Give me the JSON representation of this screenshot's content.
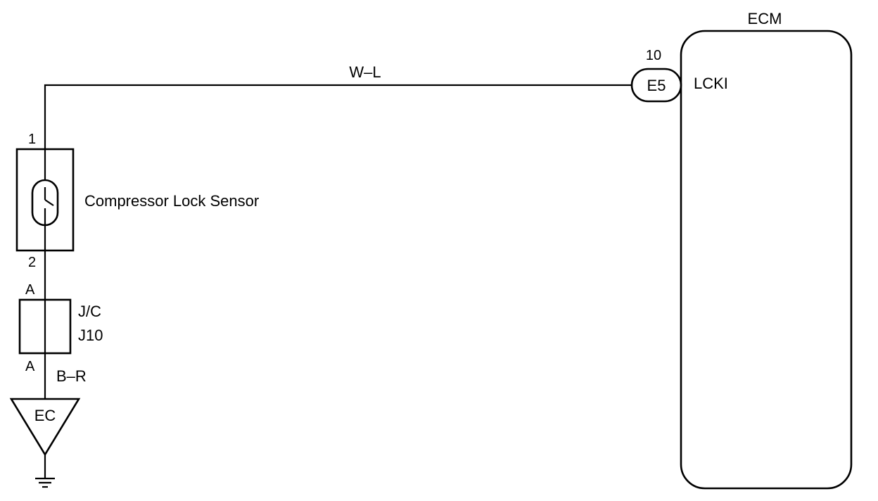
{
  "ecm": {
    "title": "ECM",
    "pin_number": "10",
    "connector": "E5",
    "terminal": "LCKI"
  },
  "wire_top": {
    "color_code": "W–L"
  },
  "sensor": {
    "label": "Compressor Lock Sensor",
    "pin_top": "1",
    "pin_bottom": "2"
  },
  "junction": {
    "pin_top": "A",
    "pin_bottom": "A",
    "line1": "J/C",
    "line2": "J10"
  },
  "wire_bottom": {
    "color_code": "B–R"
  },
  "ground": {
    "label": "EC"
  },
  "colors": {
    "ink": "#000000",
    "background": "#ffffff"
  }
}
